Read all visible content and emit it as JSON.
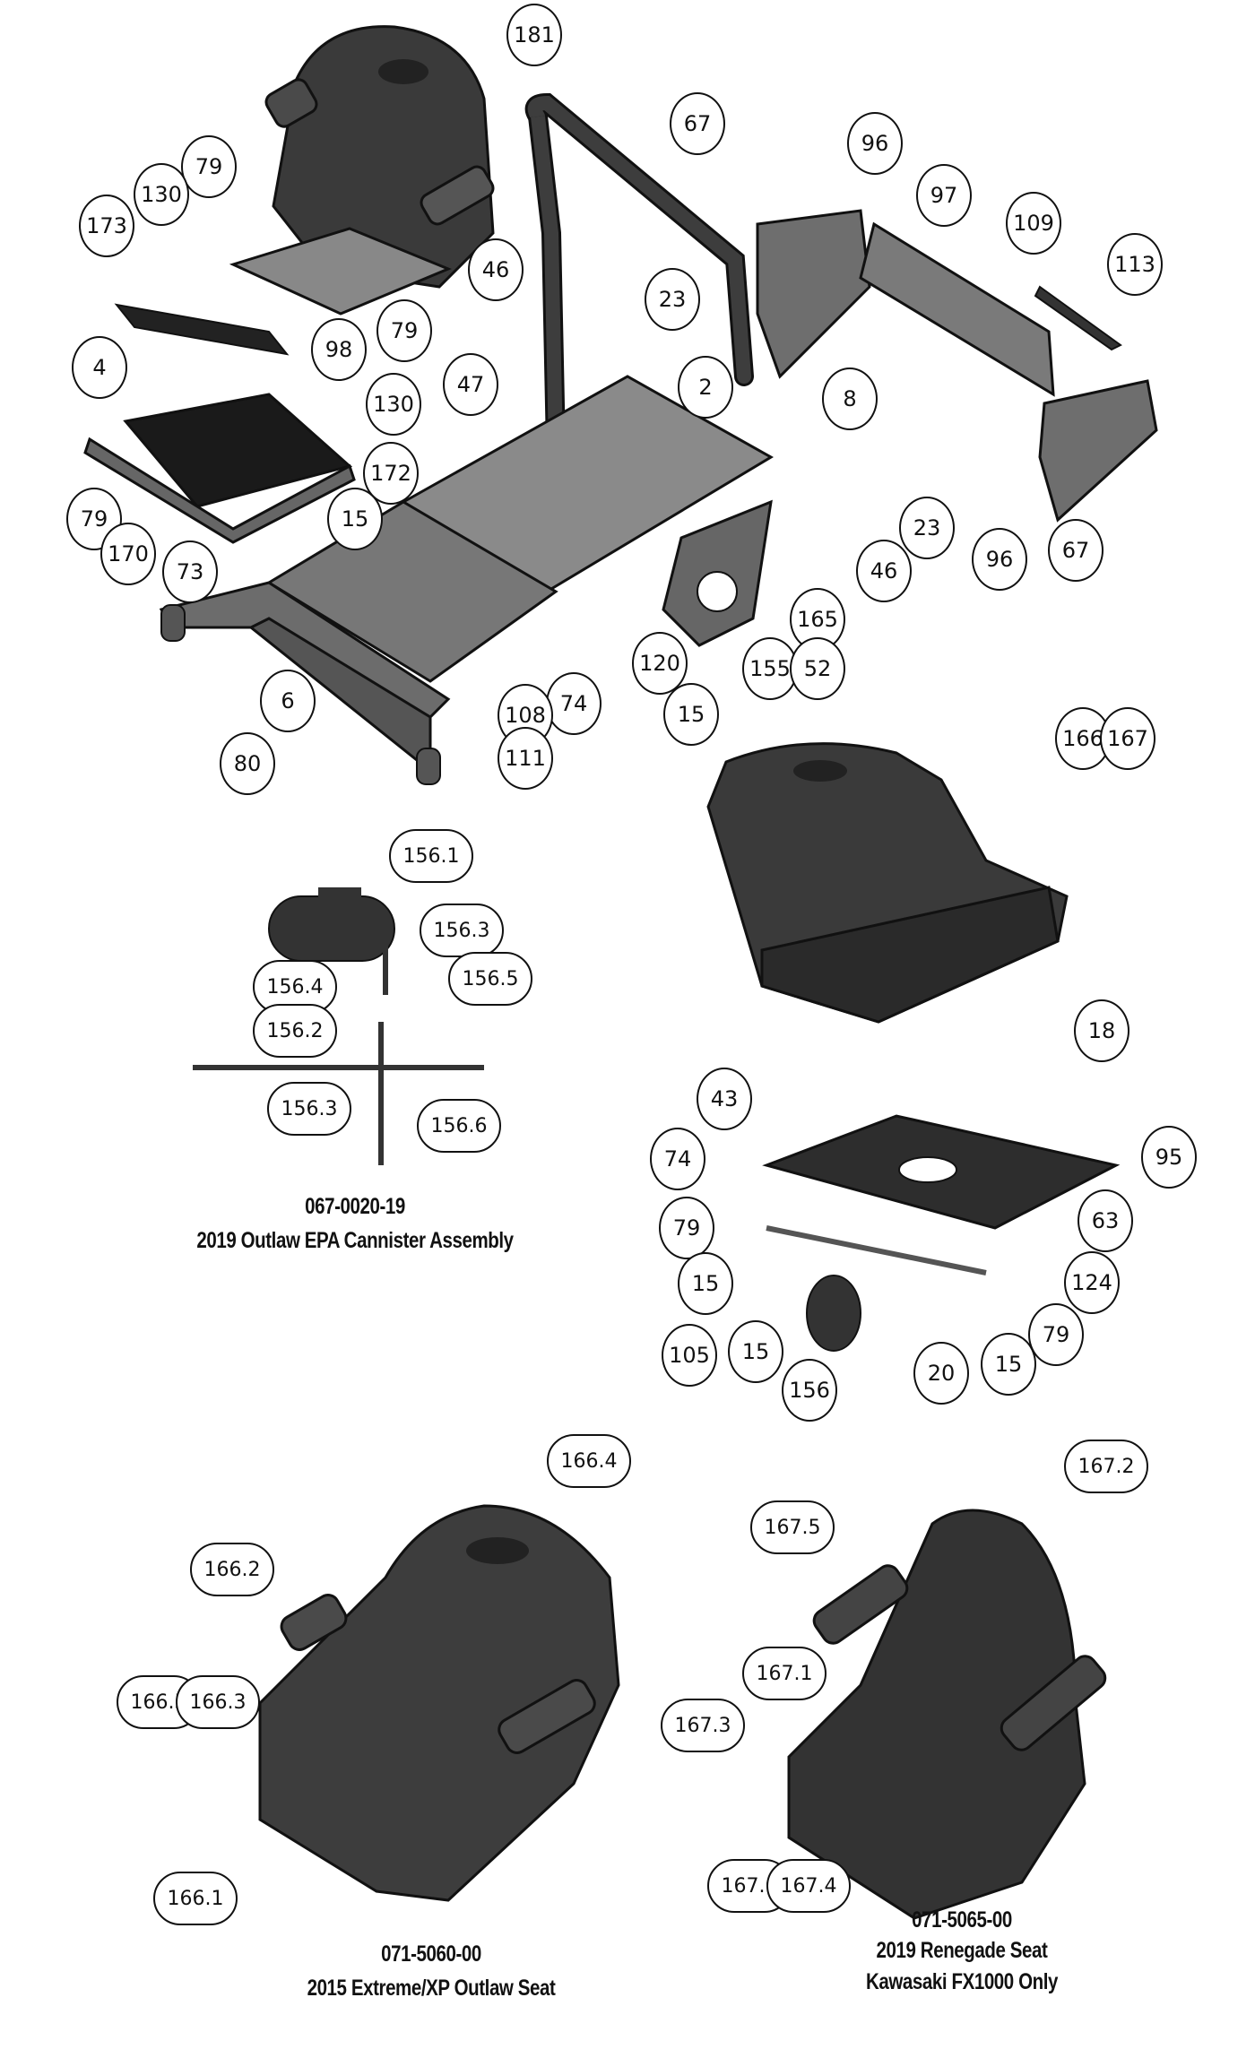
{
  "diagram": {
    "main_assembly": {
      "callouts": [
        "181",
        "67",
        "96",
        "97",
        "109",
        "113",
        "79",
        "130",
        "173",
        "46",
        "23",
        "79",
        "98",
        "4",
        "47",
        "2",
        "8",
        "130",
        "172",
        "79",
        "15",
        "23",
        "96",
        "67",
        "170",
        "73",
        "46",
        "165",
        "120",
        "155",
        "52",
        "6",
        "74",
        "15",
        "108",
        "111",
        "80"
      ]
    },
    "seat_mount": {
      "callouts": [
        "166",
        "167",
        "18",
        "43",
        "74",
        "95",
        "79",
        "63",
        "15",
        "124",
        "79",
        "105",
        "15",
        "15",
        "20",
        "156"
      ]
    },
    "cannister_assembly": {
      "callouts": [
        "156.1",
        "156.3",
        "156.4",
        "156.5",
        "156.2",
        "156.3",
        "156.6"
      ],
      "part_number": "067-0020-19",
      "title": "2019 Outlaw EPA Cannister Assembly"
    },
    "outlaw_seat": {
      "callouts": [
        "166.4",
        "166.2",
        "166.5",
        "166.3",
        "166.1"
      ],
      "part_number": "071-5060-00",
      "title": "2015 Extreme/XP Outlaw Seat"
    },
    "renegade_seat": {
      "callouts": [
        "167.2",
        "167.5",
        "167.1",
        "167.3",
        "167.6",
        "167.4"
      ],
      "part_number": "071-5065-00",
      "title": "2019 Renegade Seat",
      "subtitle": "Kawasaki FX1000 Only"
    }
  },
  "colors": {
    "part_dark": "#3a3a3a",
    "part_mid": "#6e6e6e",
    "part_light": "#9a9a9a",
    "leader": "#8a8a8a",
    "outline": "#111111"
  }
}
